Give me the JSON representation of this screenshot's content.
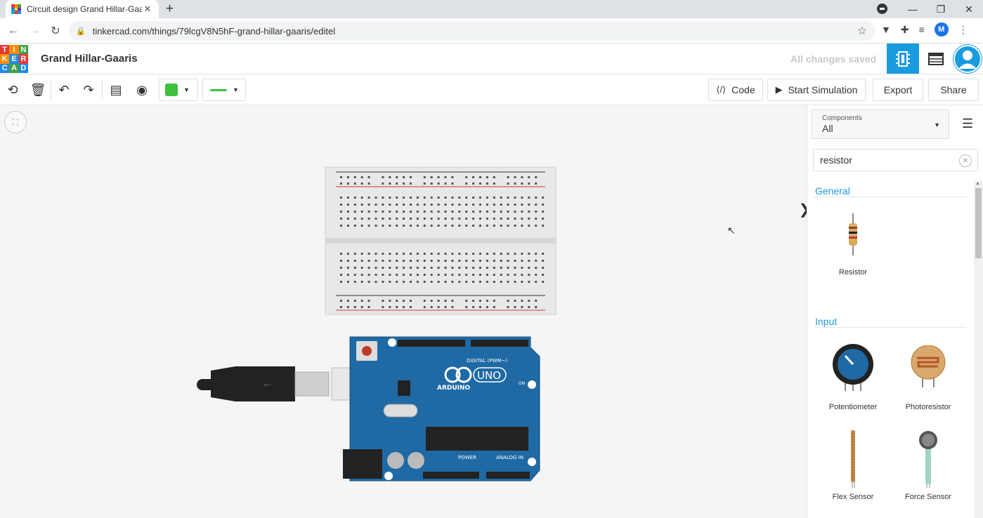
{
  "browser": {
    "tab_title": "Circuit design Grand Hillar-Gaaris",
    "tab_close": "✕",
    "new_tab": "+",
    "url": "tinkercad.com/things/79lcgV8N5hF-grand-hillar-gaaris/editel",
    "profile_initial": "M"
  },
  "header": {
    "logo_letters": [
      "T",
      "I",
      "N",
      "K",
      "E",
      "R",
      "C",
      "A",
      "D"
    ],
    "project_title": "Grand Hillar-Gaaris",
    "save_status": "All changes saved"
  },
  "toolbar": {
    "code_label": "Code",
    "simulate_label": "Start Simulation",
    "export_label": "Export",
    "share_label": "Share",
    "wire_color": "#3fbf3f"
  },
  "panel": {
    "components_label": "Components",
    "components_value": "All",
    "search_value": "resistor",
    "sections": [
      {
        "title": "General",
        "items": [
          {
            "label": "Resistor",
            "icon": "resistor-icon"
          }
        ]
      },
      {
        "title": "Input",
        "items": [
          {
            "label": "Potentiometer",
            "icon": "potentiometer-icon"
          },
          {
            "label": "Photoresistor",
            "icon": "photoresistor-icon"
          },
          {
            "label": "Flex Sensor",
            "icon": "flex-sensor-icon"
          },
          {
            "label": "Force Sensor",
            "icon": "force-sensor-icon"
          }
        ]
      }
    ]
  },
  "canvas": {
    "arduino_brand": "ARDUINO",
    "arduino_model": "UNO",
    "digital_label": "DIGITAL (PWM~)",
    "power_label": "POWER",
    "analog_label": "ANALOG IN",
    "on_label": "ON",
    "breadboard_columns": 30
  },
  "colors": {
    "accent": "#1a9be0",
    "arduino_board": "#1f6aa5",
    "breadboard": "#e8e8e8"
  }
}
